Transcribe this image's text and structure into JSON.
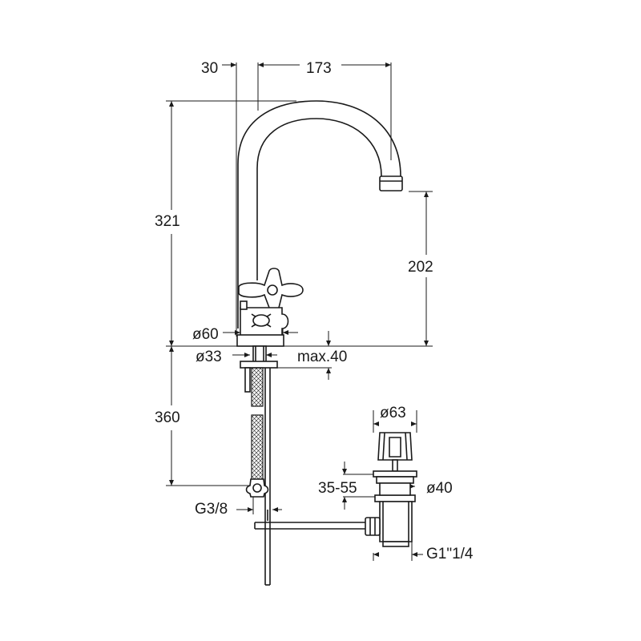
{
  "dimensions": {
    "spout_offset": "30",
    "spout_reach": "173",
    "total_height": "321",
    "spout_height": "202",
    "base_diameter": "ø60",
    "shank_diameter": "ø33",
    "max_thickness": "max.40",
    "below_counter_length": "360",
    "inlet_thread": "G3/8",
    "waste_top_diameter": "ø63",
    "waste_clamp_range": "35-55",
    "waste_body_diameter": "ø40",
    "waste_thread": "G1\"1/4"
  }
}
